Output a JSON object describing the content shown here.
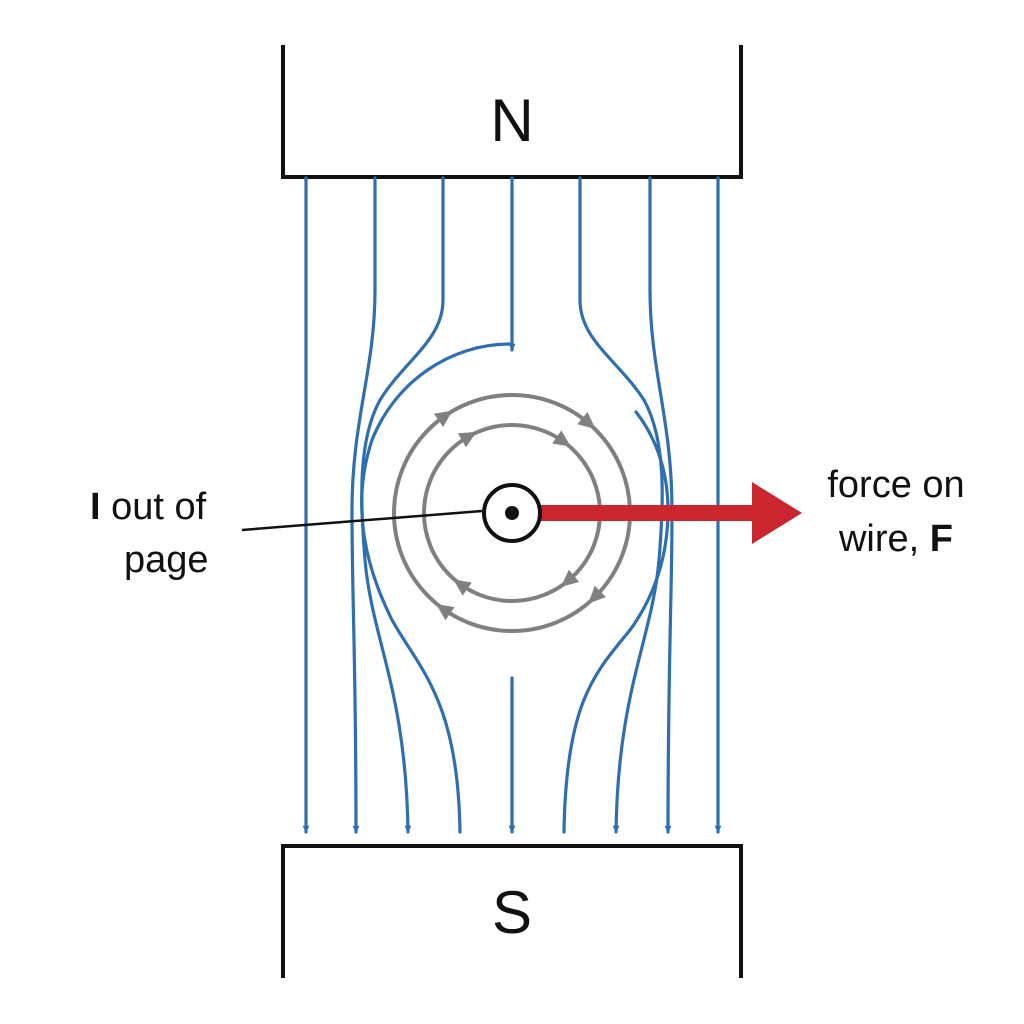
{
  "magnets": {
    "north_label": "N",
    "south_label": "S"
  },
  "current_label": {
    "symbol": "I",
    "line1_rest": " out of",
    "line2": "page"
  },
  "force_label": {
    "line1": "force on",
    "line2_text": "wire, ",
    "line2_symbol": "F"
  },
  "colors": {
    "field_lines": "#2f6fb0",
    "wire_field": "#808080",
    "force_arrow": "#c9262f",
    "outline": "#111111"
  },
  "icons": {
    "wire": "dot-in-circle-icon",
    "force": "arrow-right-icon"
  }
}
